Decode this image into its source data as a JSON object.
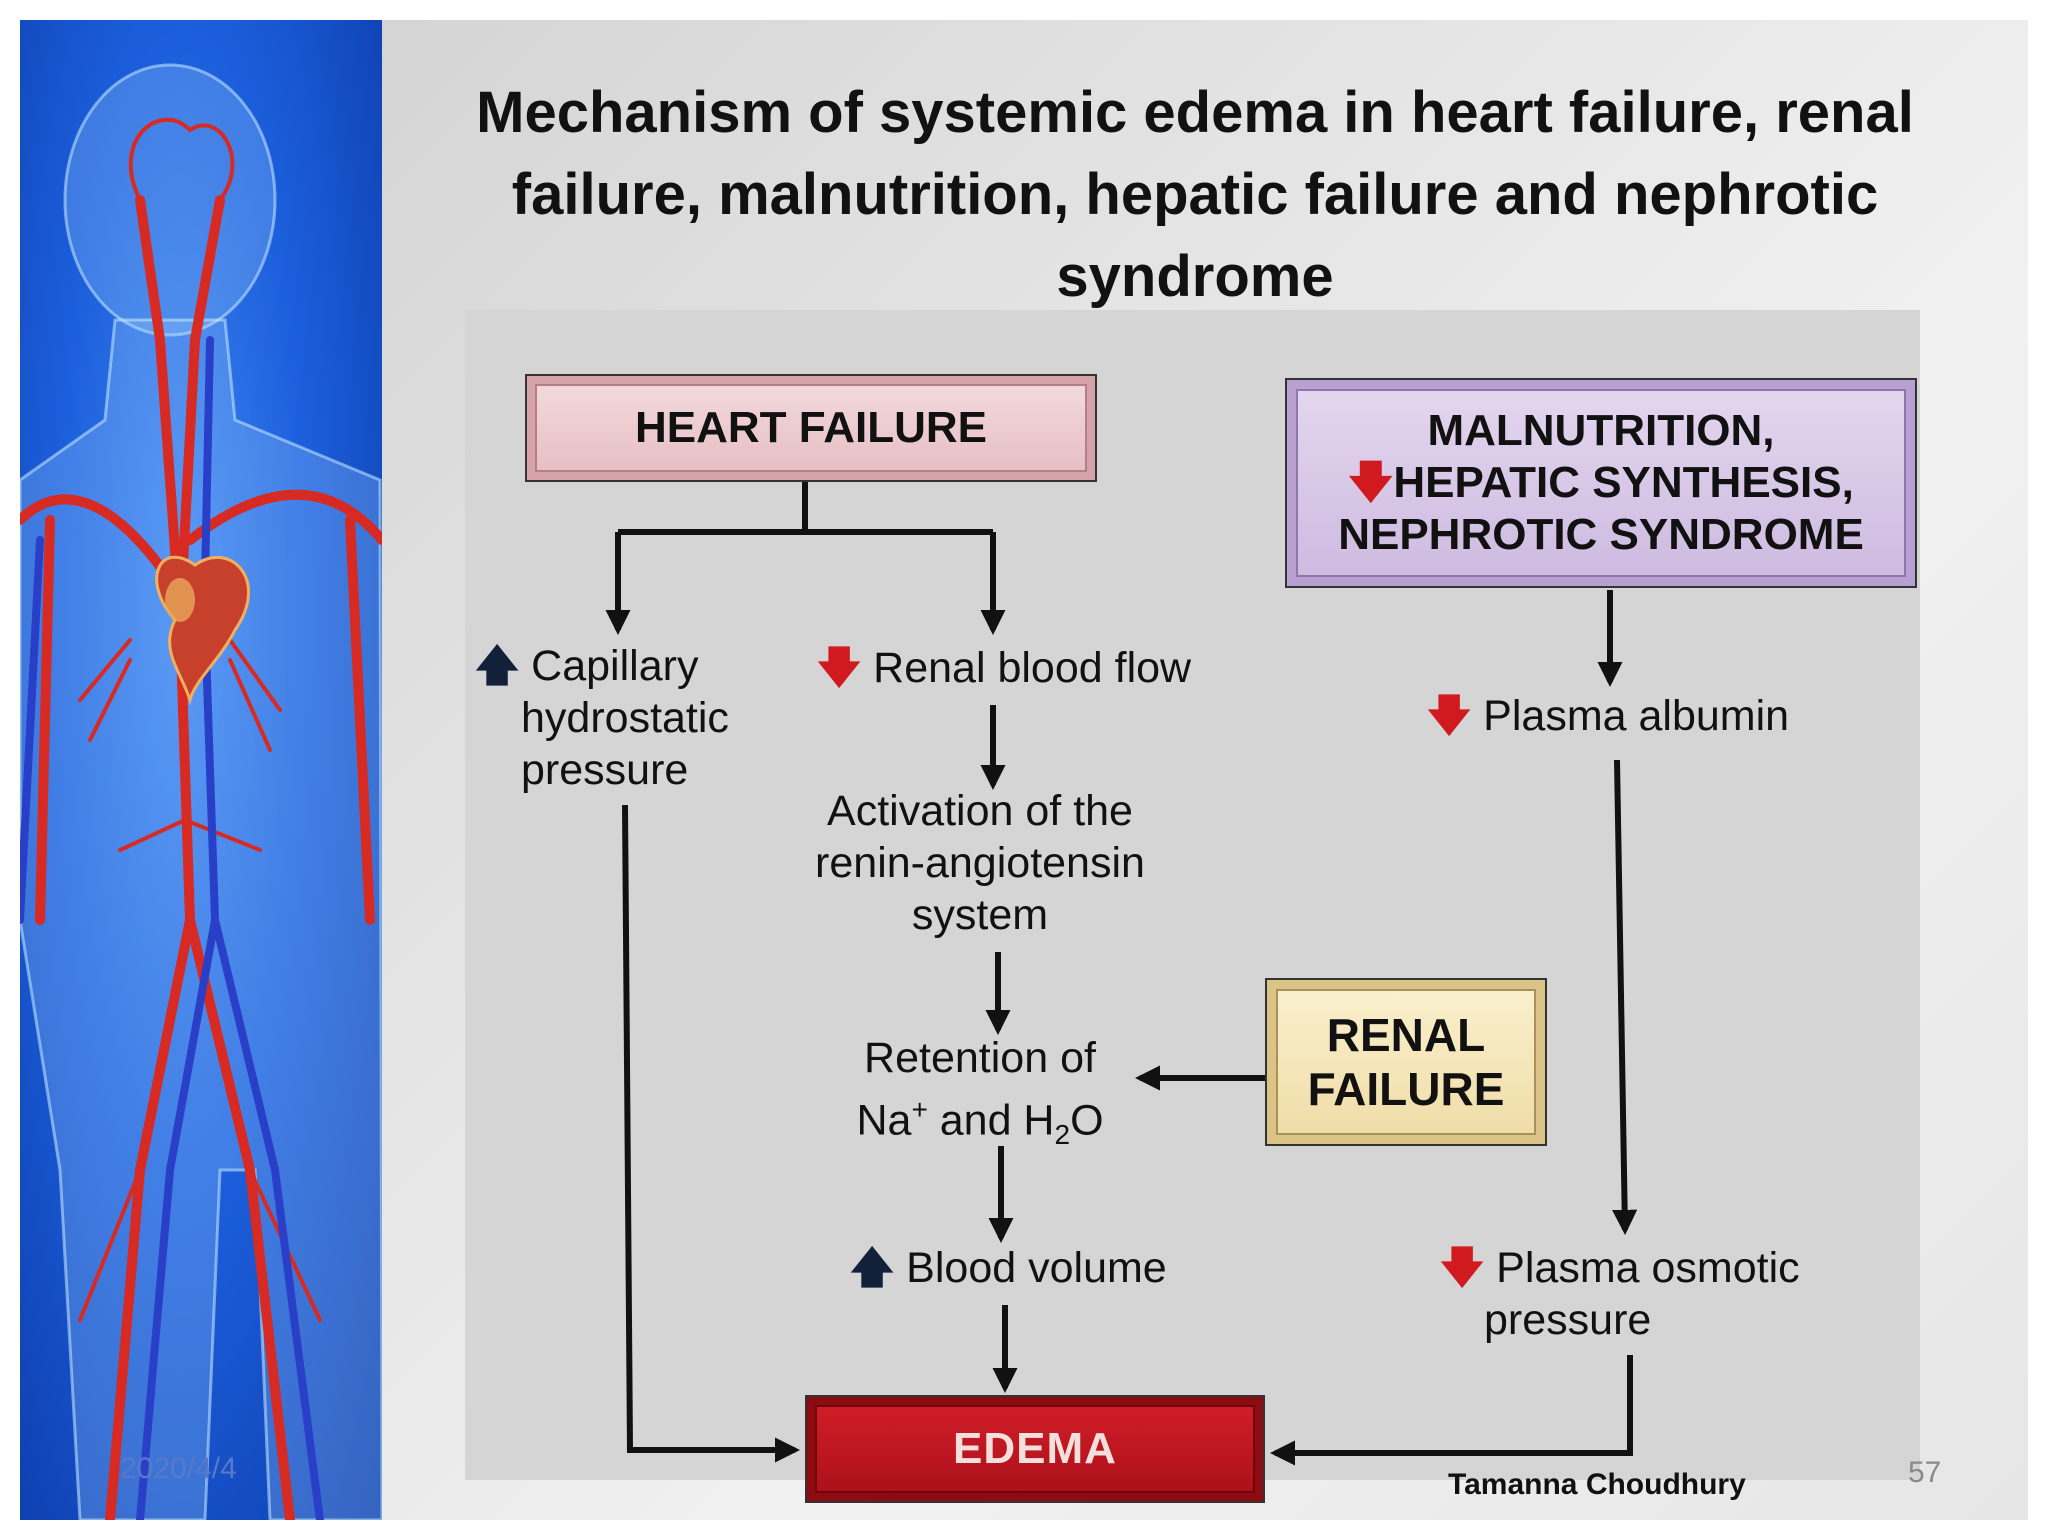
{
  "slide": {
    "title": "Mechanism of systemic edema in heart failure, renal failure, malnutrition, hepatic failure and nephrotic syndrome",
    "footer": {
      "date": "2020/4/4",
      "author": "Tamanna  Choudhury",
      "page_number": "57"
    }
  },
  "diagram": {
    "boxes": {
      "heart_failure": "HEART FAILURE",
      "malnutrition_line1": "MALNUTRITION,",
      "malnutrition_line2": "HEPATIC SYNTHESIS,",
      "malnutrition_line3": "NEPHROTIC SYNDROME",
      "renal_failure_line1": "RENAL",
      "renal_failure_line2": "FAILURE",
      "edema": "EDEMA"
    },
    "nodes": {
      "capillary_line1": "Capillary",
      "capillary_line2": "hydrostatic",
      "capillary_line3": "pressure",
      "renal_blood_flow": "Renal blood flow",
      "activation_line1": "Activation of the",
      "activation_line2": "renin-angiotensin",
      "activation_line3": "system",
      "retention_line1": "Retention of",
      "retention_line2_a": "Na",
      "retention_line2_sup": "+",
      "retention_line2_b": " and H",
      "retention_line2_sub": "2",
      "retention_line2_c": "O",
      "blood_volume": "Blood volume",
      "plasma_albumin": "Plasma albumin",
      "osmotic_line1": "Plasma osmotic",
      "osmotic_line2": "pressure"
    },
    "indicators": {
      "increase_symbol": "🡅",
      "decrease_symbol": "🡇"
    },
    "colors": {
      "increase_arrow": "#12203a",
      "decrease_arrow": "#d11a20",
      "heart_box": "#e6bcc2",
      "malnutrition_box": "#cdb9e0",
      "renal_box": "#efdca6",
      "edema_box": "#c0141d"
    }
  },
  "sidebar": {
    "image": "human-circulatory-system-illustration",
    "icons": [
      "heart-icon"
    ]
  }
}
